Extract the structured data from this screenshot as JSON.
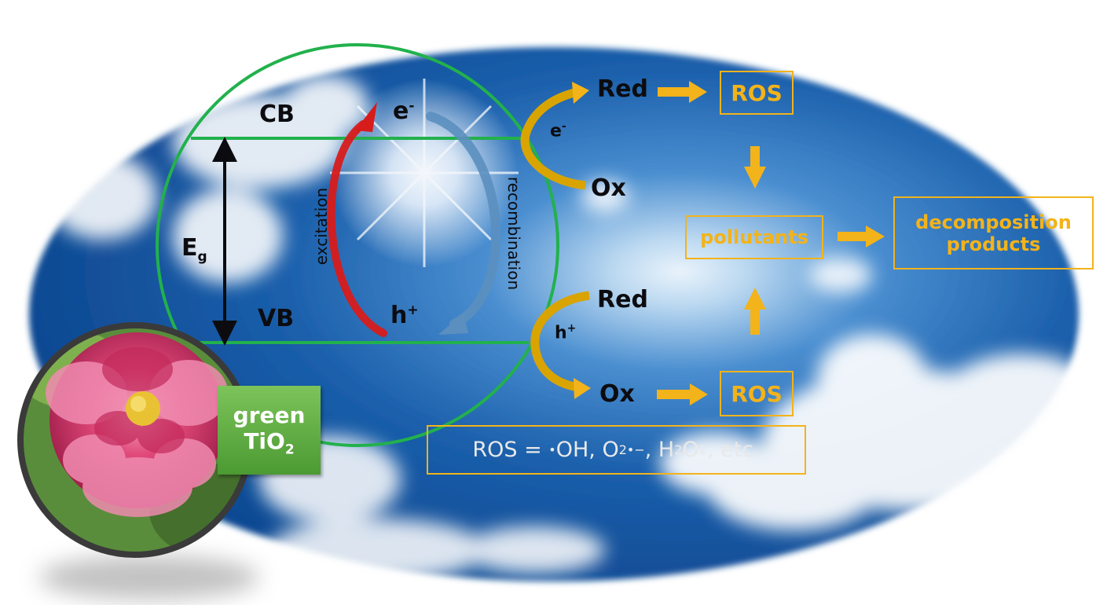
{
  "band": {
    "cb": "CB",
    "vb": "VB",
    "eg_main": "E",
    "eg_sub": "g",
    "electron": "e",
    "electron_sup": "-",
    "hole": "h",
    "hole_sup": "+",
    "excitation": "excitation",
    "recombination": "recombination"
  },
  "redox_top": {
    "red": "Red",
    "ox": "Ox",
    "carrier": "e",
    "carrier_sup": "-"
  },
  "redox_bottom": {
    "red": "Red",
    "ox": "Ox",
    "carrier": "h",
    "carrier_sup": "+"
  },
  "boxes": {
    "ros_top": "ROS",
    "ros_bottom": "ROS",
    "pollutants": "pollutants",
    "decomposition_line1": "decomposition",
    "decomposition_line2": "products"
  },
  "ros_definition": {
    "prefix": "ROS = ",
    "dot1": "•",
    "oh": "OH, O",
    "o2_sub": "2",
    "o2_sup": "•−",
    "sep": ", H",
    "h_sub": "2",
    "o": "O",
    "o_sub": "2",
    "suffix": ", etc."
  },
  "green_tag": {
    "line1": "green",
    "line2_main": "TiO",
    "line2_sub": "2"
  },
  "colors": {
    "sky_dark": "#0f4a93",
    "sky_light": "#eaf3fb",
    "circle_green": "#22b14c",
    "arrow_yellow": "#f3b31a",
    "arc_gold": "#d9a400",
    "excitation_red": "#d81b1b",
    "recombination_blue": "#5b8fbf",
    "text_dark": "#0c0c10",
    "flower_pink": "#e0497a"
  }
}
